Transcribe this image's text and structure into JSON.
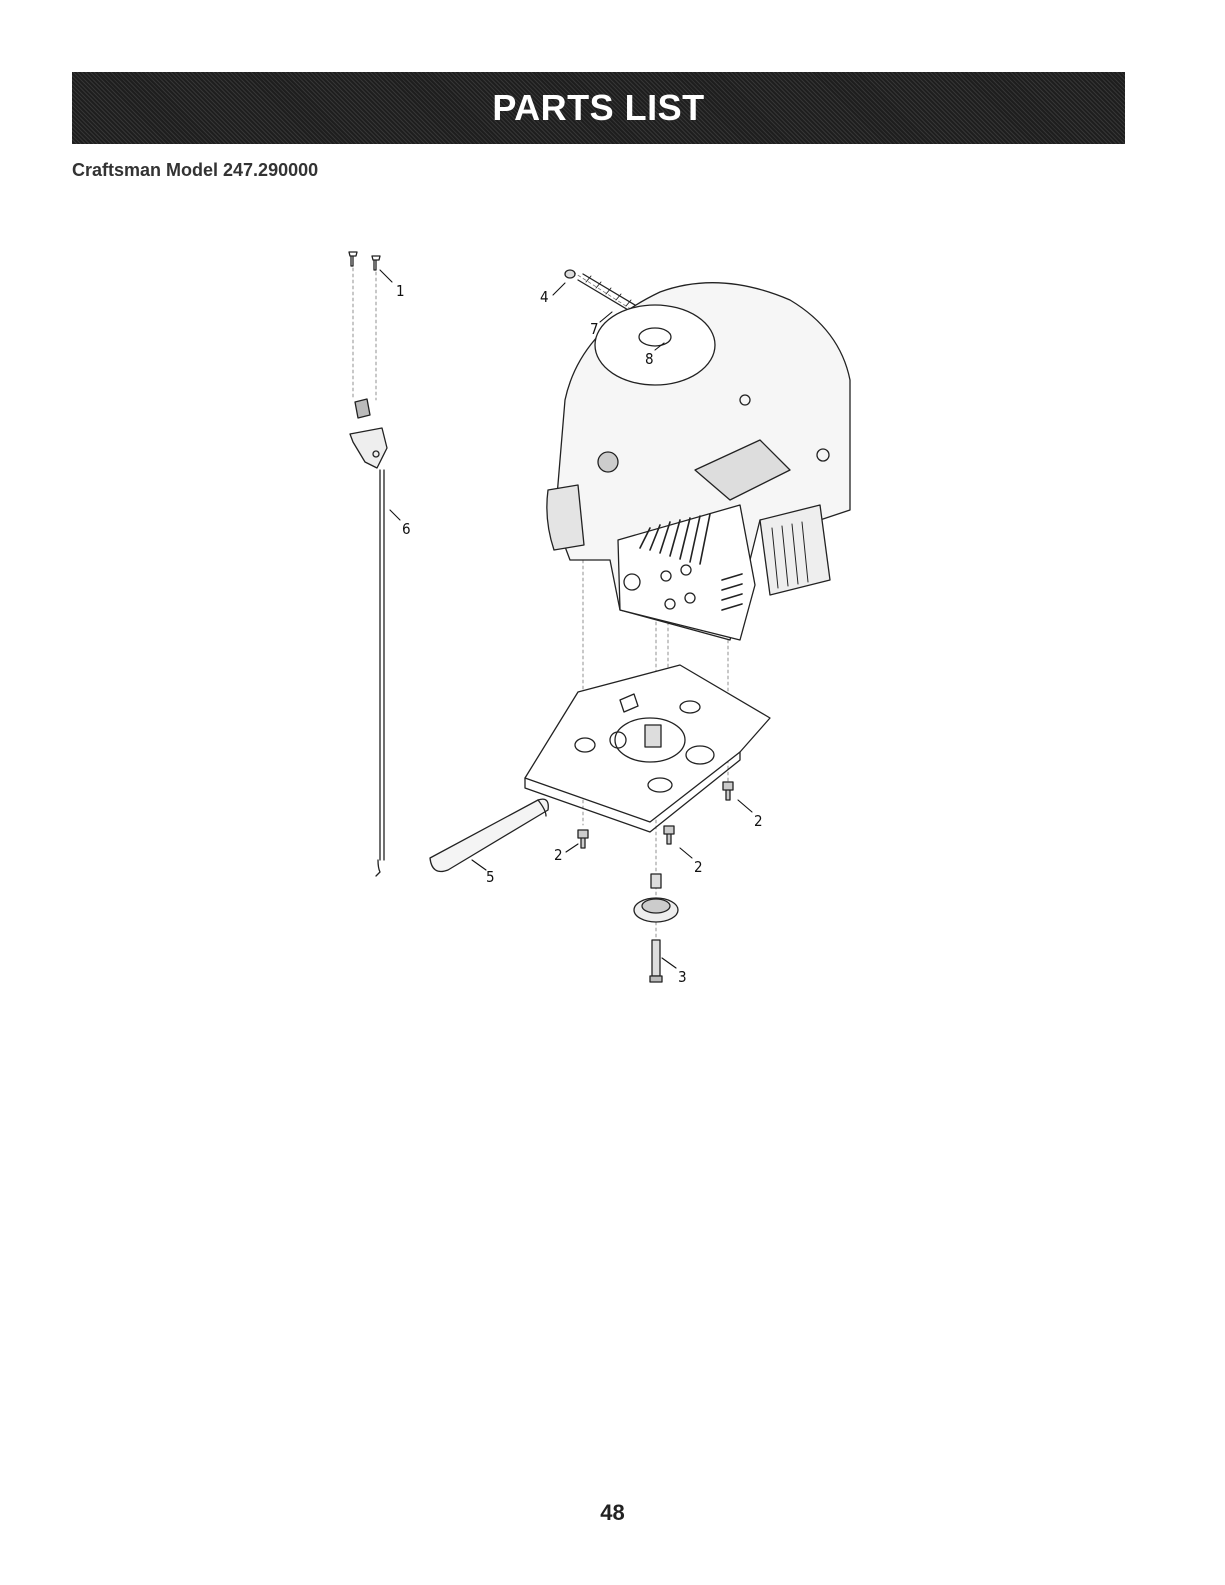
{
  "header": {
    "title": "PARTS LIST"
  },
  "model": {
    "label": "Craftsman Model 247.290000"
  },
  "diagram": {
    "callouts": [
      "1",
      "2",
      "2",
      "2",
      "2",
      "3",
      "4",
      "5",
      "6",
      "7",
      "8"
    ]
  },
  "footer": {
    "page_number": "48"
  }
}
